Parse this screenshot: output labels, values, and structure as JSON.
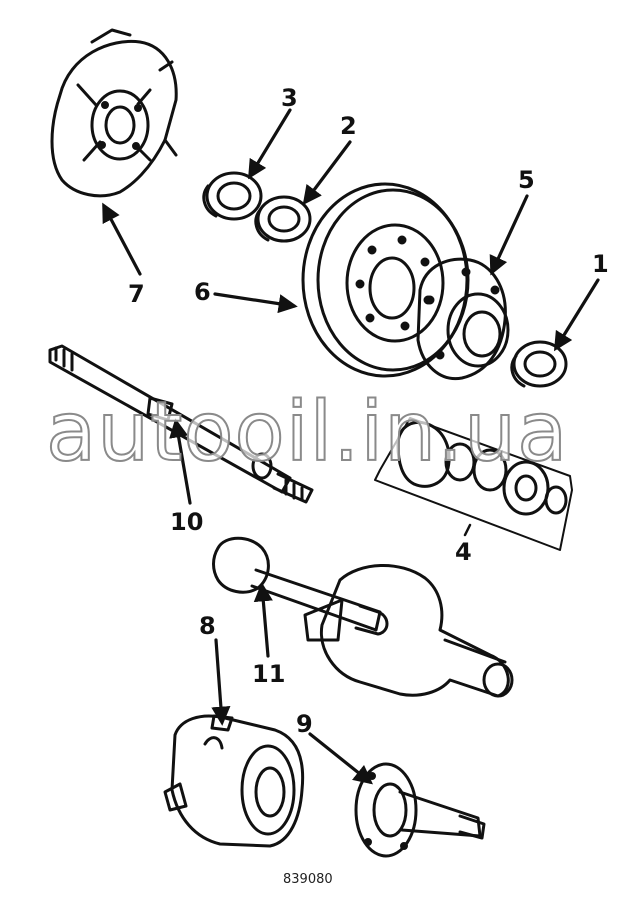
{
  "diagram": {
    "callouts": [
      {
        "id": "c1",
        "label": "1"
      },
      {
        "id": "c2",
        "label": "2"
      },
      {
        "id": "c3",
        "label": "3"
      },
      {
        "id": "c4",
        "label": "4"
      },
      {
        "id": "c5",
        "label": "5"
      },
      {
        "id": "c6",
        "label": "6"
      },
      {
        "id": "c7",
        "label": "7"
      },
      {
        "id": "c8",
        "label": "8"
      },
      {
        "id": "c9",
        "label": "9"
      },
      {
        "id": "c10",
        "label": "10"
      },
      {
        "id": "c11",
        "label": "11"
      }
    ],
    "figure_code": "839080",
    "watermark": "autooil.in.ua"
  },
  "colors": {
    "ink": "#111111",
    "watermark_outline": "#8a8a8a",
    "background": "#ffffff"
  }
}
